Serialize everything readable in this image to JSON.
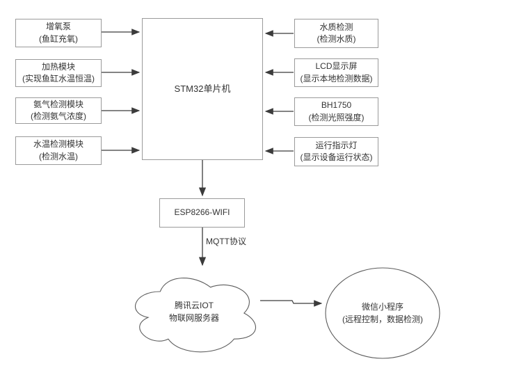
{
  "diagram": {
    "colors": {
      "background": "#ffffff",
      "box_border": "#9a9a9a",
      "shape_stroke": "#5c5c5c",
      "arrow": "#3b3b3b",
      "text": "#333333"
    },
    "mcu": {
      "title": "STM32单片机"
    },
    "left_modules": [
      {
        "title": "增氧泵",
        "subtitle": "(鱼缸充氧)"
      },
      {
        "title": "加热模块",
        "subtitle": "(实现鱼缸水温恒温)"
      },
      {
        "title": "氨气检测模块",
        "subtitle": "(检测氨气浓度)"
      },
      {
        "title": "水温检测模块",
        "subtitle": "(检测水温)"
      }
    ],
    "right_modules": [
      {
        "title": "水质检测",
        "subtitle": "(检测水质)"
      },
      {
        "title": "LCD显示屏",
        "subtitle": "(显示本地检测数据)"
      },
      {
        "title": "BH1750",
        "subtitle": "(检测光照强度)"
      },
      {
        "title": "运行指示灯",
        "subtitle": "(显示设备运行状态)"
      }
    ],
    "wifi_module": {
      "title": "ESP8266-WIFI"
    },
    "protocol_label": "MQTT协议",
    "cloud": {
      "line1": "腾讯云IOT",
      "line2": "物联网服务器"
    },
    "miniprogram": {
      "line1": "微信小程序",
      "line2": "(远程控制，数据检测)"
    }
  }
}
